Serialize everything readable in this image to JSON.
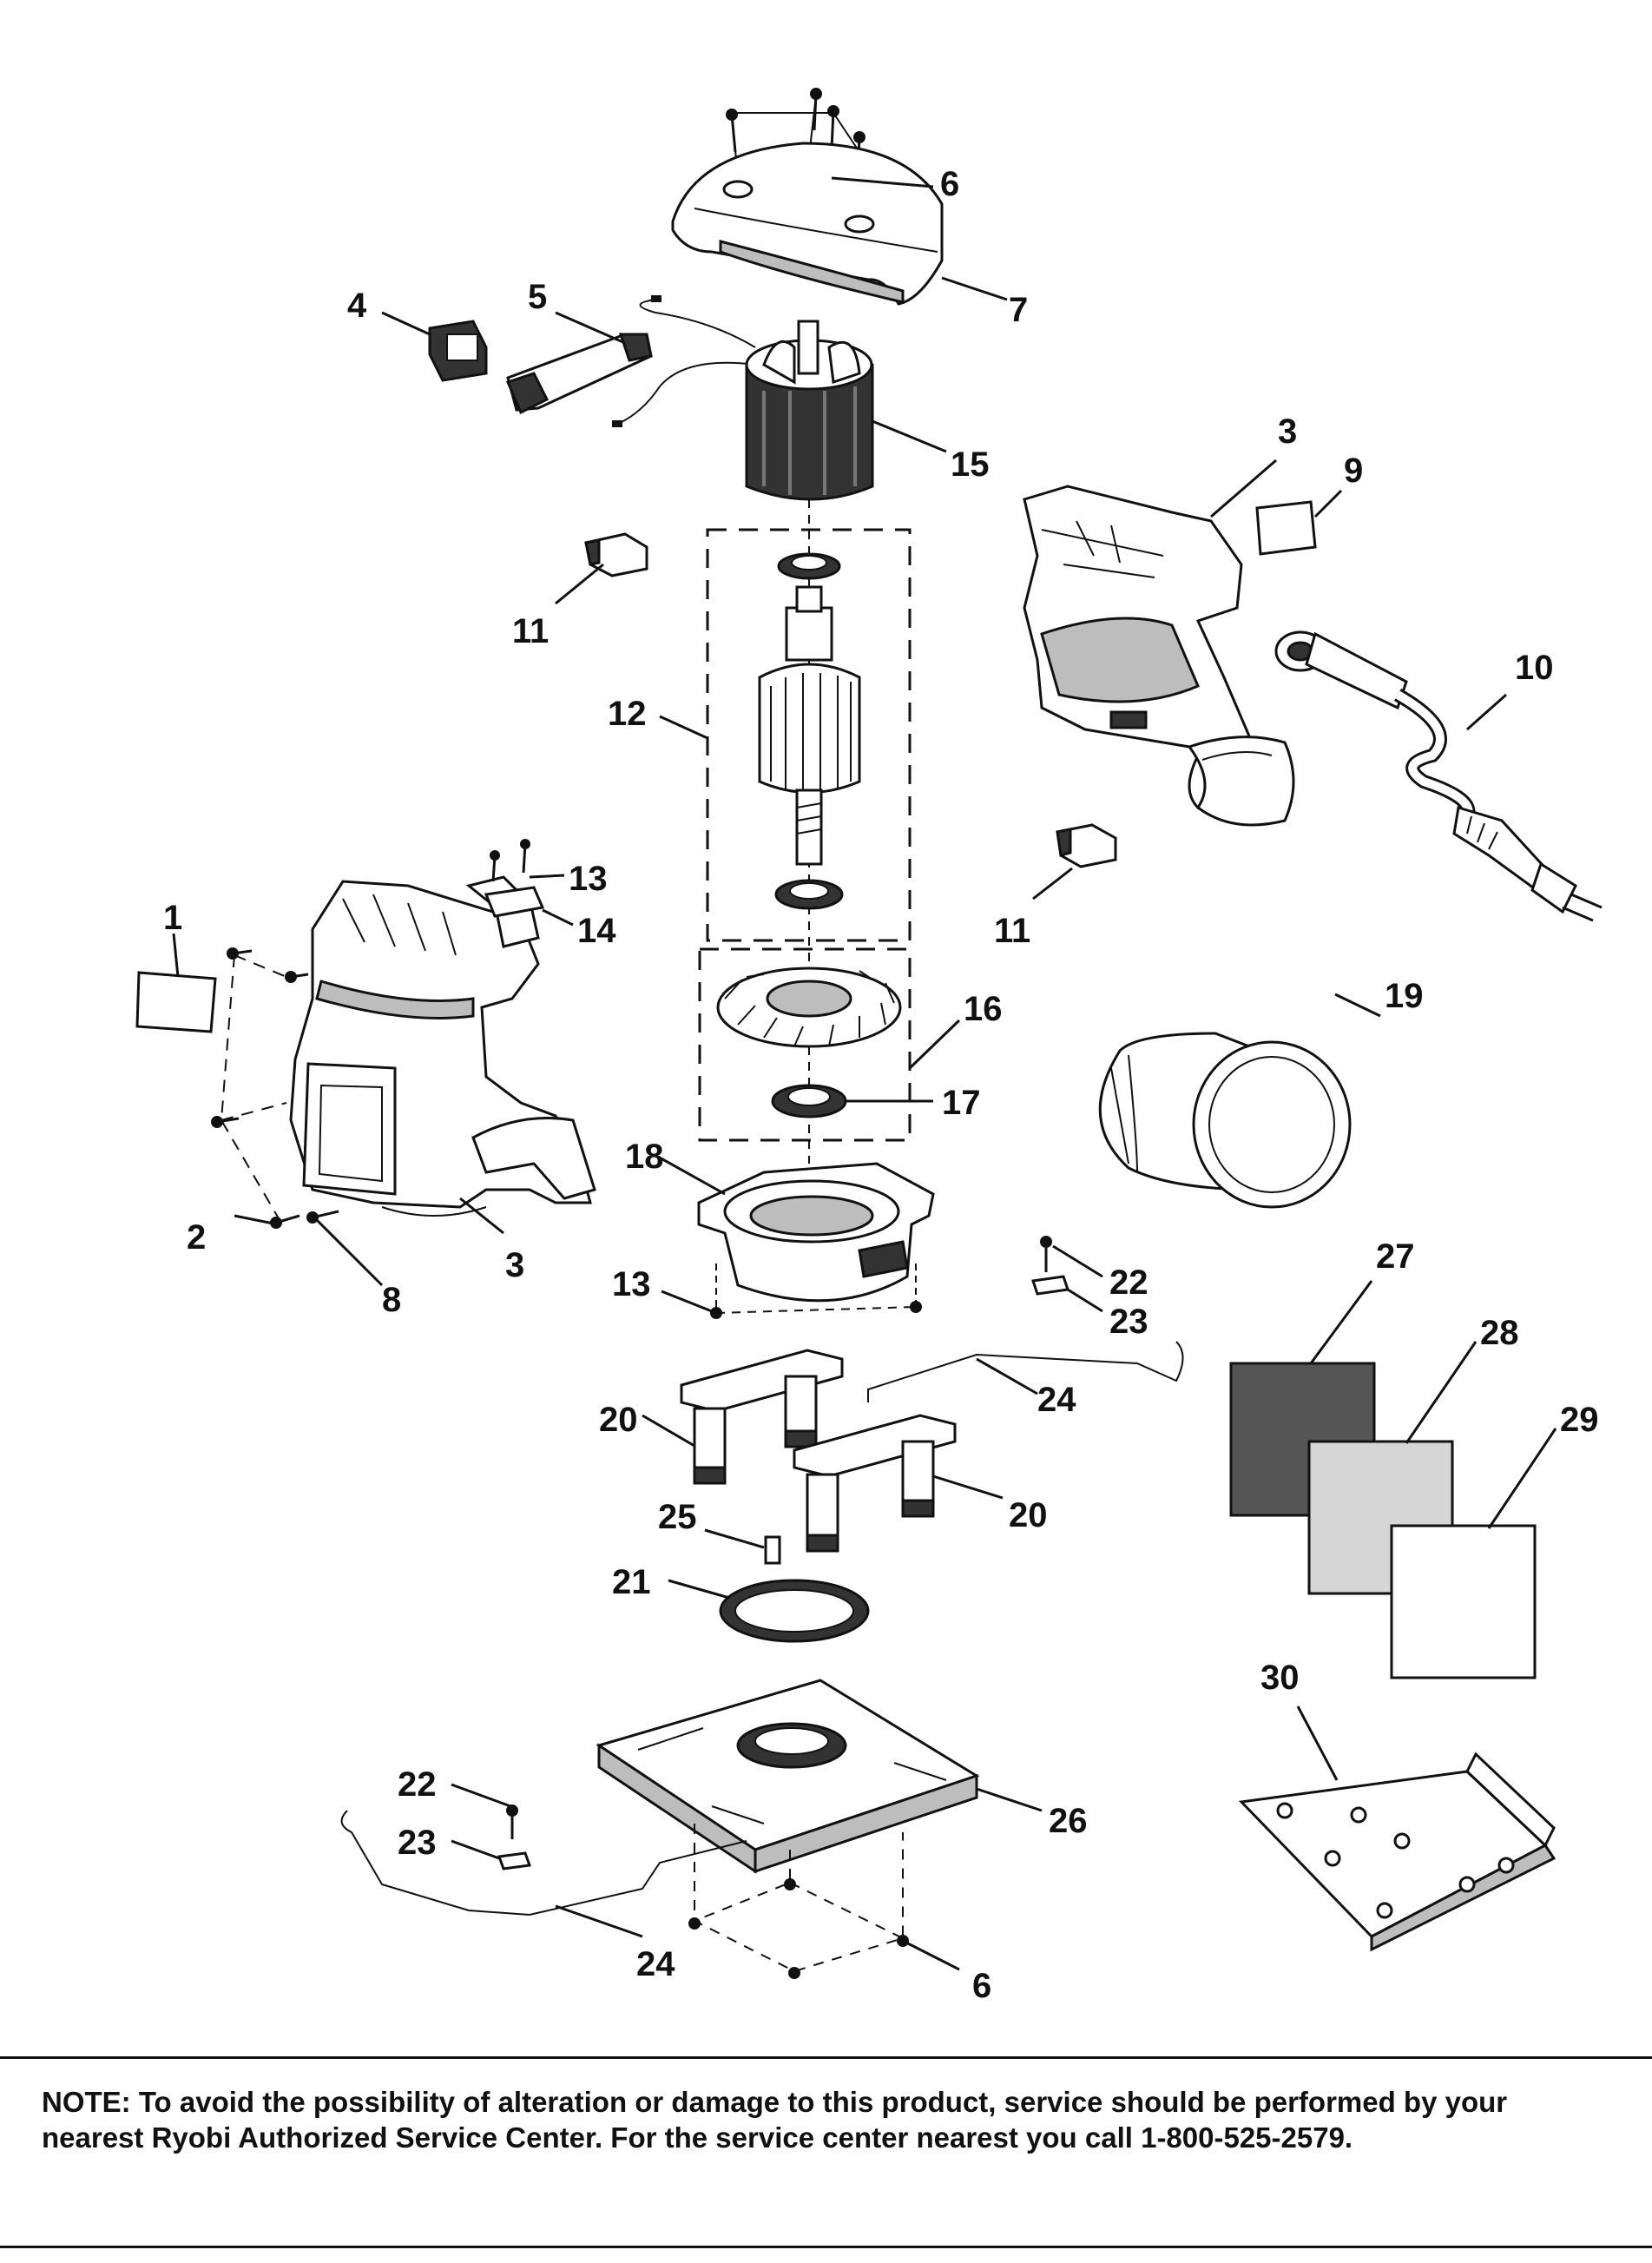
{
  "callouts": {
    "c1": "1",
    "c2": "2",
    "c3a": "3",
    "c3b": "3",
    "c4": "4",
    "c5": "5",
    "c6a": "6",
    "c6b": "6",
    "c7": "7",
    "c8": "8",
    "c9": "9",
    "c10": "10",
    "c11a": "11",
    "c11b": "11",
    "c12": "12",
    "c13a": "13",
    "c13b": "13",
    "c14": "14",
    "c15": "15",
    "c16": "16",
    "c17": "17",
    "c18": "18",
    "c19": "19",
    "c20a": "20",
    "c20b": "20",
    "c21": "21",
    "c22a": "22",
    "c22b": "22",
    "c23a": "23",
    "c23b": "23",
    "c24a": "24",
    "c24b": "24",
    "c25": "25",
    "c26": "26",
    "c27": "27",
    "c28": "28",
    "c29": "29",
    "c30": "30"
  },
  "note": "NOTE: To avoid the possibility of alteration or damage to this product, service should be performed by your nearest Ryobi Authorized Service Center. For the service center nearest you call 1-800-525-2579.",
  "colors": {
    "ink": "#111111",
    "paper": "#ffffff",
    "sheet_dark": "#555555",
    "sheet_medium": "#d6d6d6"
  }
}
